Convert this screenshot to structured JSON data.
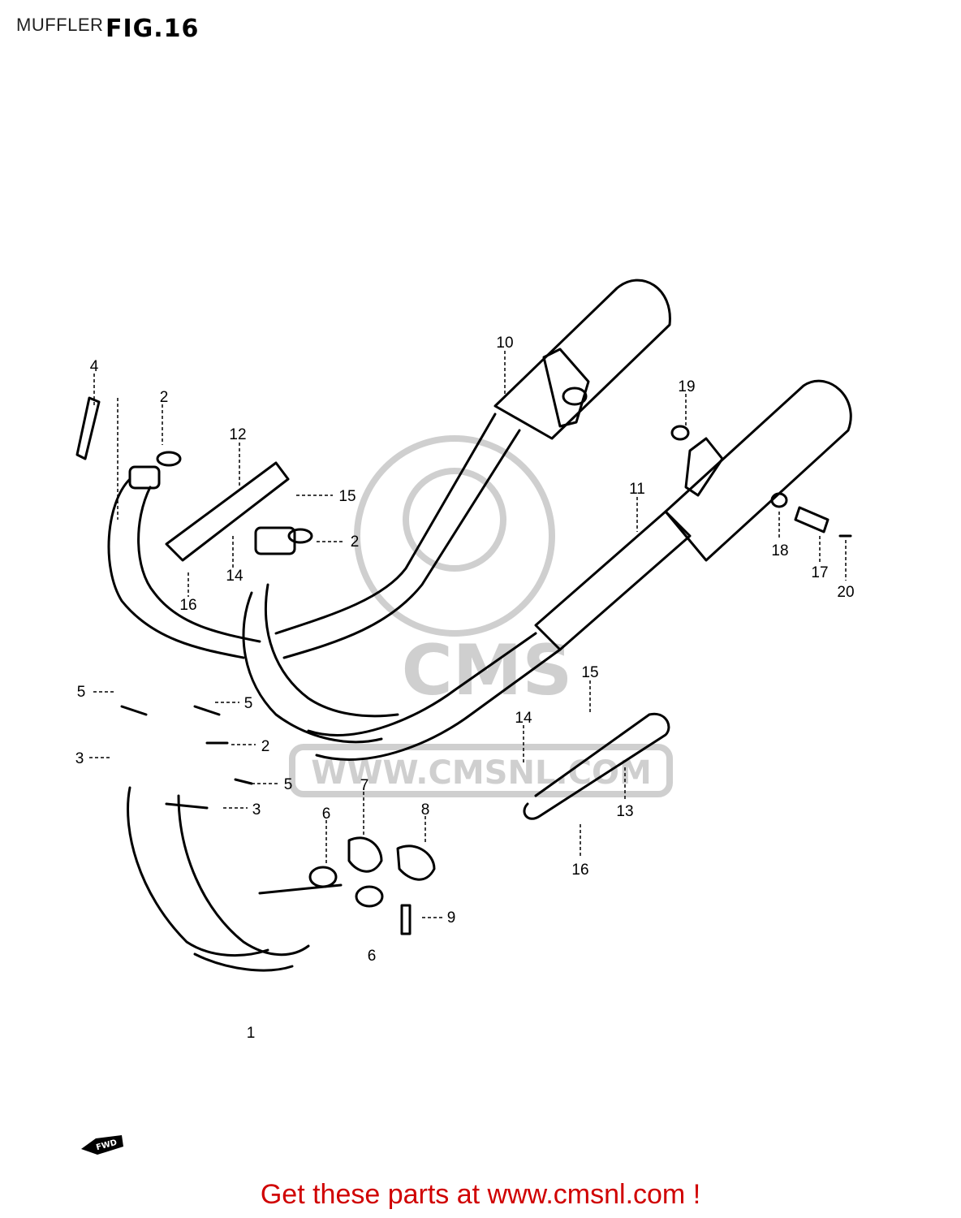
{
  "header": {
    "title": "MUFFLER",
    "figure_label": "FIG.16"
  },
  "watermark": {
    "text": "WWW.CMSNL.COM",
    "logo_text": "CMS"
  },
  "fwd_label": "FWD",
  "callouts": [
    "1",
    "2",
    "2",
    "3",
    "3",
    "4",
    "5",
    "5",
    "5",
    "6",
    "6",
    "7",
    "8",
    "9",
    "10",
    "11",
    "12",
    "13",
    "14",
    "14",
    "15",
    "15",
    "16",
    "16",
    "17",
    "18",
    "19",
    "20",
    "2"
  ],
  "cta": {
    "text": "Get these parts at www.cmsnl.com !"
  },
  "colors": {
    "line": "#000000",
    "watermark": "#cfcfcf",
    "cta": "#d00000"
  }
}
